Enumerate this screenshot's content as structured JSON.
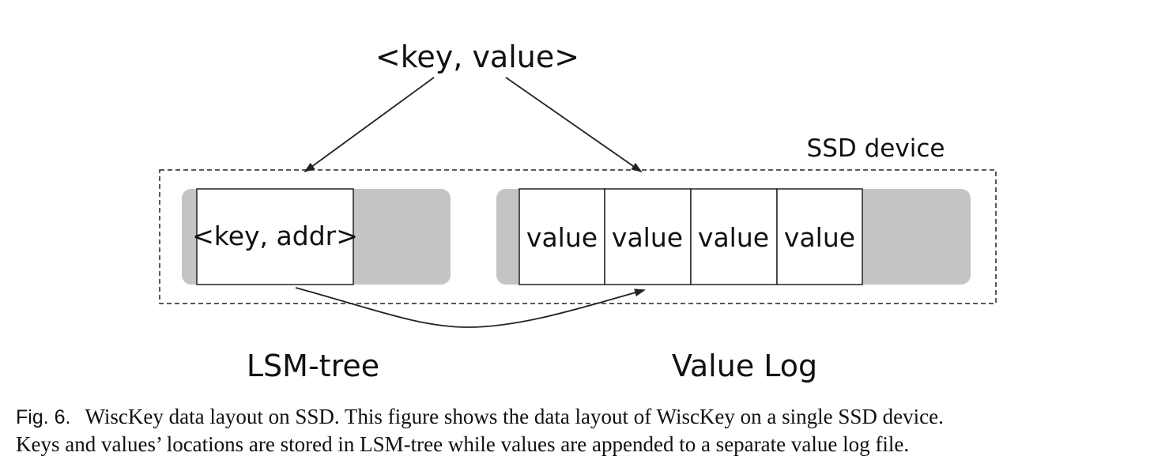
{
  "diagram": {
    "top_label": "<key, value>",
    "container_label": "SSD device",
    "lsm": {
      "entry_label": "<key, addr>",
      "title": "LSM-tree"
    },
    "value_log": {
      "slots": [
        "value",
        "value",
        "value",
        "value"
      ],
      "title": "Value Log"
    },
    "colors": {
      "shaded_region": "#c3c4c6",
      "stroke": "#222222"
    }
  },
  "caption": {
    "figure_number": "Fig. 6.",
    "line1": "WiscKey data layout on SSD. This figure shows the data layout of WiscKey on a single SSD device.",
    "line2": "Keys and values’ locations are stored in LSM-tree while values are appended to a separate value log file."
  }
}
